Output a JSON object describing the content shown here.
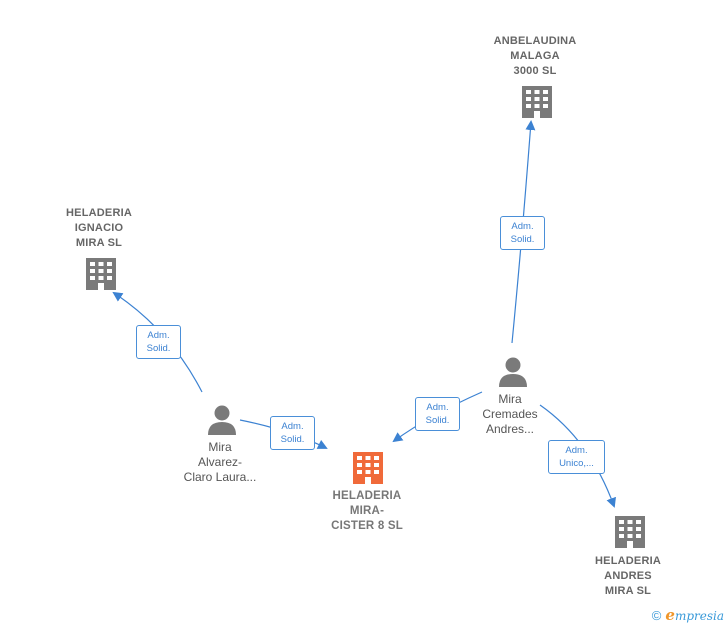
{
  "nodes": {
    "anbelaudina": {
      "label_lines": [
        "ANBELAUDINA",
        "MALAGA",
        "3000  SL"
      ],
      "kind": "company"
    },
    "heladeria_ignacio": {
      "label_lines": [
        "HELADERIA",
        "IGNACIO",
        "MIRA SL"
      ],
      "kind": "company"
    },
    "mira_cremades": {
      "label_lines": [
        "Mira",
        "Cremades",
        "Andres..."
      ],
      "kind": "person"
    },
    "mira_alvarez": {
      "label_lines": [
        "Mira",
        "Alvarez-",
        "Claro Laura..."
      ],
      "kind": "person"
    },
    "heladeria_mira_cister": {
      "label_lines": [
        "HELADERIA",
        "MIRA-",
        "CISTER 8  SL"
      ],
      "kind": "company-focus"
    },
    "heladeria_andres": {
      "label_lines": [
        "HELADERIA",
        "ANDRES",
        "MIRA SL"
      ],
      "kind": "company"
    }
  },
  "edges": {
    "cremades_to_anbelaudina": {
      "label_lines": [
        "Adm.",
        "Solid."
      ]
    },
    "alvarez_to_ignacio": {
      "label_lines": [
        "Adm.",
        "Solid."
      ]
    },
    "alvarez_to_cister": {
      "label_lines": [
        "Adm.",
        "Solid."
      ]
    },
    "cremades_to_cister": {
      "label_lines": [
        "Adm.",
        "Solid."
      ]
    },
    "cremades_to_andres": {
      "label_lines": [
        "Adm.",
        "Unico,..."
      ]
    }
  },
  "colors": {
    "company_icon": "#7a7a7a",
    "focus_icon": "#f06a3a",
    "person_icon": "#7a7a7a",
    "edge": "#3c82d2"
  },
  "footer": {
    "copyright_symbol": "©",
    "brand_first": "e",
    "brand_rest": "mpresia"
  }
}
